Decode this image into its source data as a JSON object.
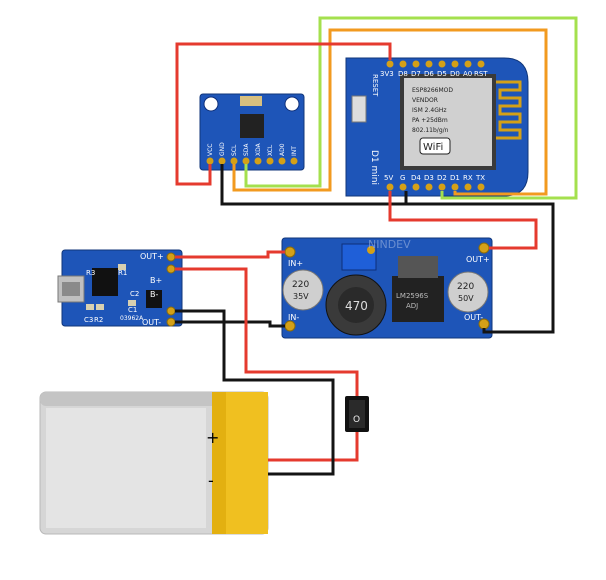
{
  "colors": {
    "red_wire": "#e53a2e",
    "black_wire": "#141414",
    "orange_wire": "#f29a1f",
    "green_wire": "#a4e04e",
    "pcb_blue": "#1e55b8",
    "battery_gray": "#d3d3d3",
    "battery_yellow": "#f0c020"
  },
  "mpu": {
    "title": "GY-521",
    "pins": [
      "VCC",
      "GND",
      "SCL",
      "SDA",
      "XDA",
      "XCL",
      "AD0",
      "INT"
    ]
  },
  "d1mini": {
    "top_pins": [
      "3V3",
      "D8",
      "D7",
      "D6",
      "D5",
      "D0",
      "A0",
      "RST"
    ],
    "bottom_pins": [
      "5V",
      "G",
      "D4",
      "D3",
      "D2",
      "D1",
      "RX",
      "TX"
    ],
    "reset_label": "RESET",
    "board_label": "D1 mini",
    "chip_lines": [
      "ESP8266MOD",
      "VENDOR",
      "ISM 2.4GHz",
      "PA +25dBm",
      "802.11b/g/n"
    ],
    "wifi_logo": "WiFi"
  },
  "charger": {
    "pin_labels": [
      "OUT+",
      "B+",
      "B-",
      "OUT-"
    ],
    "board_text": "03962A",
    "small_labels": [
      "R3",
      "R1",
      "C2",
      "C1",
      "C3",
      "R2"
    ]
  },
  "buck": {
    "labels": [
      "IN+",
      "IN-",
      "OUT+",
      "OUT-"
    ],
    "inductor": "470",
    "cap_left": [
      "220",
      "35V"
    ],
    "cap_right": [
      "220",
      "50V"
    ],
    "ic": [
      "LM2596S",
      "ADJ"
    ],
    "watermark": "NINDEV"
  },
  "battery": {
    "plus": "+",
    "minus": "-"
  },
  "switch": {
    "mark": "O"
  }
}
